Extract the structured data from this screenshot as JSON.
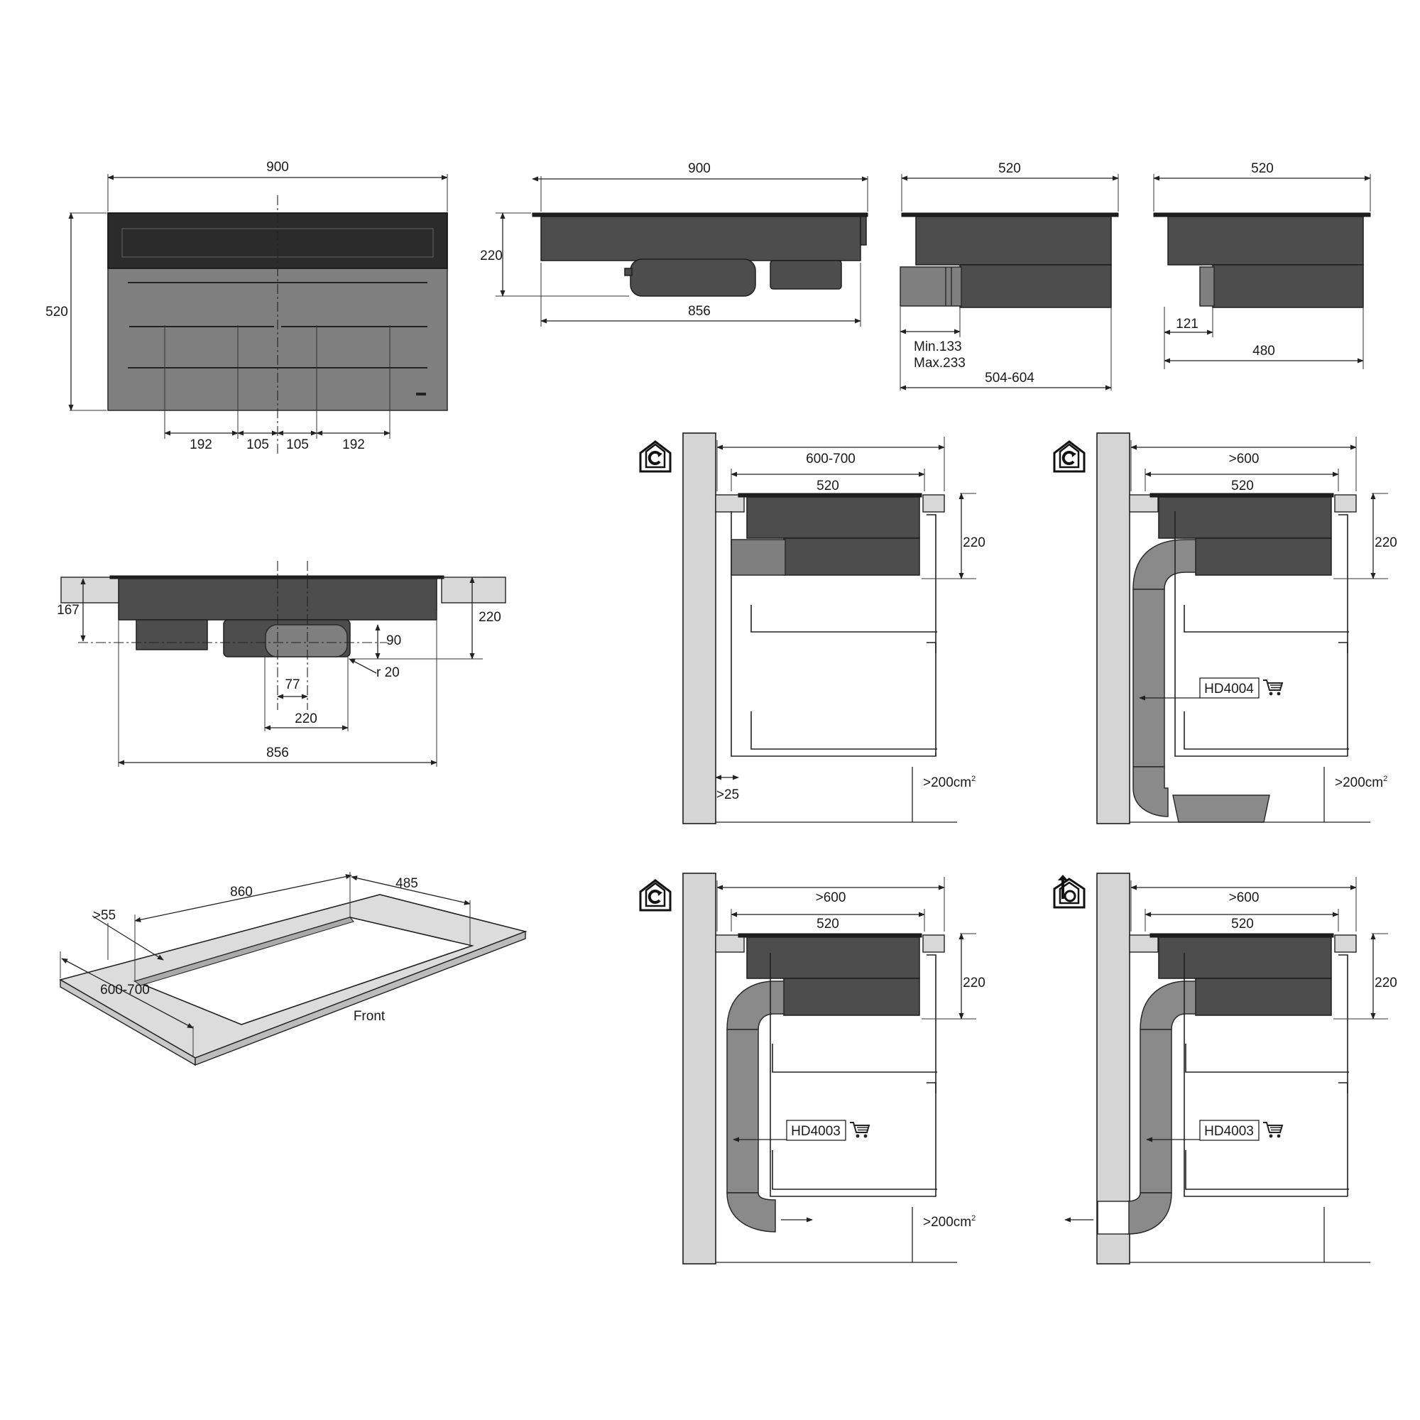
{
  "figures": {
    "top_view": {
      "width": "900",
      "depth": "520",
      "zone_spacings": [
        "192",
        "105",
        "105",
        "192"
      ]
    },
    "front_view": {
      "width": "900",
      "height": "220",
      "base_width": "856"
    },
    "side_view_adjustable": {
      "depth": "520",
      "min_label": "Min.133",
      "max_label": "Max.233",
      "range": "504-604"
    },
    "side_view_fixed": {
      "depth": "520",
      "offset": "121",
      "base_depth": "480"
    },
    "worktop_section": {
      "height_left": "167",
      "height_right": "220",
      "fan_offset": "90",
      "radius": "r 20",
      "fan_center": "77",
      "fan_width": "220",
      "base_width": "856"
    },
    "cutout": {
      "length": "860",
      "depth": "485",
      "front_margin": ">55",
      "worktop_depth": "600-700",
      "front_label": "Front"
    },
    "install_1": {
      "cabinet_depth": "600-700",
      "hob_depth": "520",
      "height": "220",
      "wall_gap": ">25",
      "vent_area": ">200cm",
      "vent_sup": "2"
    },
    "install_2": {
      "cabinet_depth": ">600",
      "hob_depth": "520",
      "height": "220",
      "kit_code": "HD4004",
      "vent_area": ">200cm",
      "vent_sup": "2"
    },
    "install_3": {
      "cabinet_depth": ">600",
      "hob_depth": "520",
      "height": "220",
      "kit_code": "HD4003",
      "vent_area": ">200cm",
      "vent_sup": "2"
    },
    "install_4": {
      "cabinet_depth": ">600",
      "hob_depth": "520",
      "height": "220",
      "kit_code": "HD4003"
    }
  },
  "icons": [
    "recirculation-house-icon",
    "recirculation-house-icon",
    "recirculation-house-icon",
    "exhaust-house-icon",
    "shopping-cart-icon"
  ],
  "colors": {
    "appliance": "#4d4d4d",
    "glass": "#2b2b2b",
    "duct": "#8a8a8a",
    "wall": "#d6d6d6"
  }
}
